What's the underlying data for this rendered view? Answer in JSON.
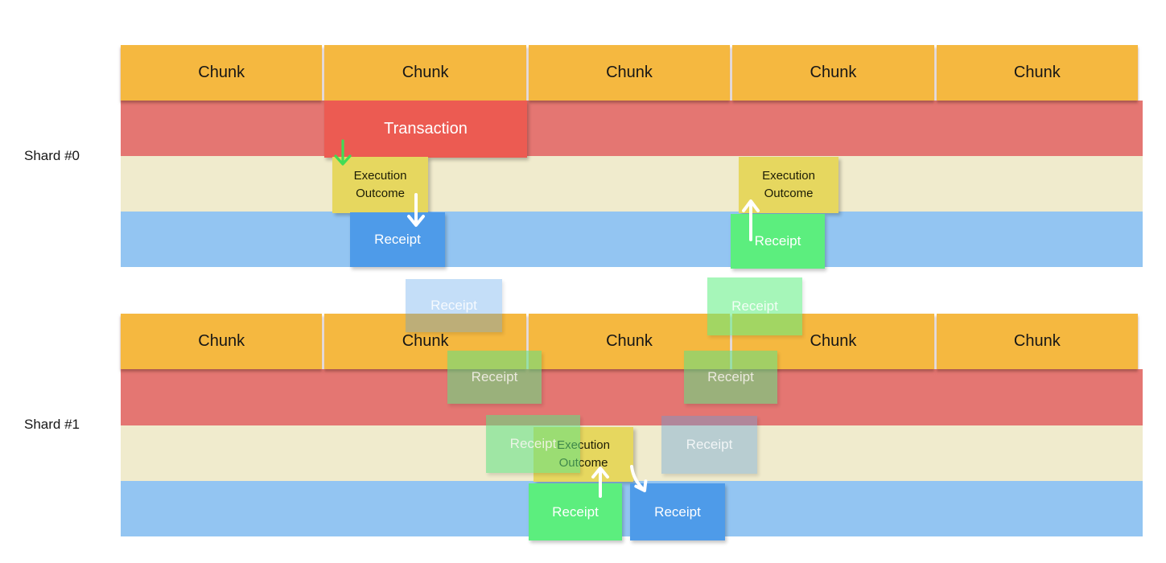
{
  "labels": {
    "chunk": "Chunk",
    "transaction": "Transaction",
    "execution_outcome": "Execution Outcome",
    "receipt": "Receipt"
  },
  "shards": [
    {
      "label": "Shard #0"
    },
    {
      "label": "Shard #1"
    }
  ],
  "colors": {
    "chunk_orange": "#F5B840",
    "transaction_row_red": "#E47672",
    "transaction_box_red": "#EC5B52",
    "outcome_row_cream": "#F0EBCD",
    "receipt_row_blue": "#93C5F2",
    "receipt_box_blue": "#4E9BE9",
    "receipt_box_green": "#5CEE7E",
    "outcome_box_yellow": "#E6D75F",
    "arrow_green": "#41DC55",
    "arrow_white": "#FFFFFF"
  }
}
